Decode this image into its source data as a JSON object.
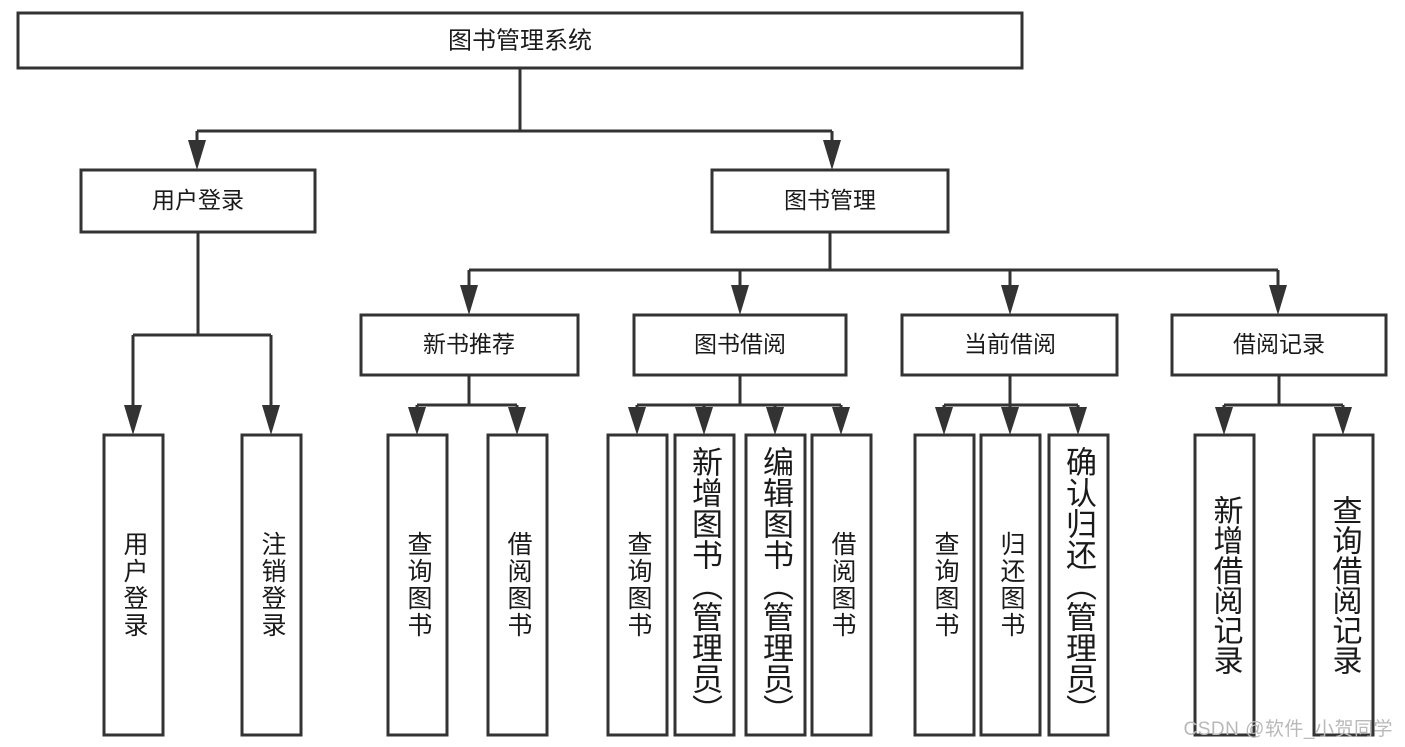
{
  "diagram": {
    "type": "tree",
    "title": "图书管理系统",
    "watermark": "CSDN @软件_小贺同学",
    "colors": {
      "stroke": "#333333",
      "fill": "#ffffff",
      "text": "#1a1a1a",
      "watermark": "#b9b9b9"
    },
    "levels": {
      "root": {
        "label": "图书管理系统"
      },
      "level2": [
        {
          "id": "user-login",
          "label": "用户登录"
        },
        {
          "id": "book-manage",
          "label": "图书管理"
        }
      ],
      "level3": [
        {
          "id": "new-book-rec",
          "label": "新书推荐",
          "parent": "book-manage"
        },
        {
          "id": "book-borrow",
          "label": "图书借阅",
          "parent": "book-manage"
        },
        {
          "id": "current-borrow",
          "label": "当前借阅",
          "parent": "book-manage"
        },
        {
          "id": "borrow-record",
          "label": "借阅记录",
          "parent": "book-manage"
        }
      ],
      "leaves": [
        {
          "id": "leaf-user-login",
          "label": "用户登录",
          "parent": "user-login"
        },
        {
          "id": "leaf-user-logout",
          "label": "注销登录",
          "parent": "user-login"
        },
        {
          "id": "leaf-query-book-1",
          "label": "查询图书",
          "parent": "new-book-rec"
        },
        {
          "id": "leaf-borrow-book-1",
          "label": "借阅图书",
          "parent": "new-book-rec"
        },
        {
          "id": "leaf-query-book-2",
          "label": "查询图书",
          "parent": "book-borrow"
        },
        {
          "id": "leaf-add-book",
          "label": "新增图书（管理员）",
          "parent": "book-borrow"
        },
        {
          "id": "leaf-edit-book",
          "label": "编辑图书（管理员）",
          "parent": "book-borrow"
        },
        {
          "id": "leaf-borrow-book-2",
          "label": "借阅图书",
          "parent": "book-borrow"
        },
        {
          "id": "leaf-query-book-3",
          "label": "查询图书",
          "parent": "current-borrow"
        },
        {
          "id": "leaf-return-book",
          "label": "归还图书",
          "parent": "current-borrow"
        },
        {
          "id": "leaf-confirm-return",
          "label": "确认归还（管理员）",
          "parent": "current-borrow"
        },
        {
          "id": "leaf-add-record",
          "label": "新增借阅记录",
          "parent": "borrow-record"
        },
        {
          "id": "leaf-query-record",
          "label": "查询借阅记录",
          "parent": "borrow-record"
        }
      ]
    }
  }
}
